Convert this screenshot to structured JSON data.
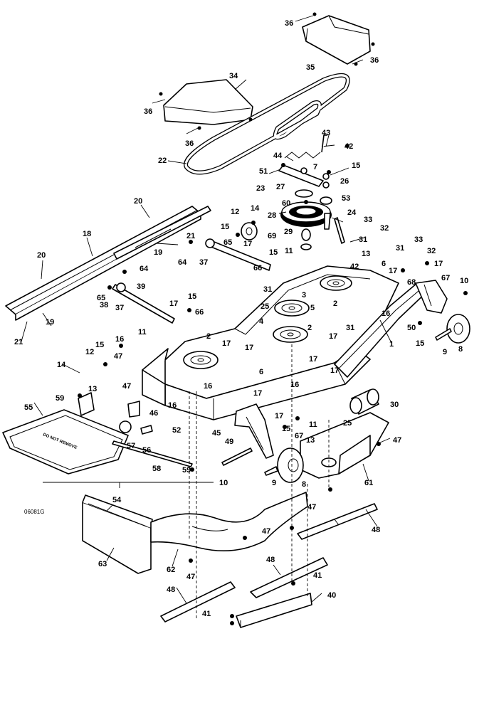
{
  "drawing_id": "06081G",
  "deck_decal": "DO NOT REMOVE",
  "callouts": [
    {
      "id": "c36a",
      "text": "36"
    },
    {
      "id": "c35",
      "text": "35"
    },
    {
      "id": "c36b",
      "text": "36"
    },
    {
      "id": "c34",
      "text": "34"
    },
    {
      "id": "c36c",
      "text": "36"
    },
    {
      "id": "c36d",
      "text": "36"
    },
    {
      "id": "c22",
      "text": "22"
    },
    {
      "id": "c43",
      "text": "43"
    },
    {
      "id": "c42a",
      "text": "42"
    },
    {
      "id": "c44",
      "text": "44"
    },
    {
      "id": "c7",
      "text": "7"
    },
    {
      "id": "c51",
      "text": "51"
    },
    {
      "id": "c15a",
      "text": "15"
    },
    {
      "id": "c26",
      "text": "26"
    },
    {
      "id": "c23",
      "text": "23"
    },
    {
      "id": "c27",
      "text": "27"
    },
    {
      "id": "c53",
      "text": "53"
    },
    {
      "id": "c60",
      "text": "60"
    },
    {
      "id": "c28",
      "text": "28"
    },
    {
      "id": "c24",
      "text": "24"
    },
    {
      "id": "c33a",
      "text": "33"
    },
    {
      "id": "c32a",
      "text": "32"
    },
    {
      "id": "c29",
      "text": "29"
    },
    {
      "id": "c31a",
      "text": "31"
    },
    {
      "id": "c69",
      "text": "69"
    },
    {
      "id": "c20a",
      "text": "20"
    },
    {
      "id": "c12a",
      "text": "12"
    },
    {
      "id": "c14a",
      "text": "14"
    },
    {
      "id": "c15b",
      "text": "15"
    },
    {
      "id": "c65a",
      "text": "65"
    },
    {
      "id": "c18",
      "text": "18"
    },
    {
      "id": "c21a",
      "text": "21"
    },
    {
      "id": "c19a",
      "text": "19"
    },
    {
      "id": "c64a",
      "text": "64"
    },
    {
      "id": "c37a",
      "text": "37"
    },
    {
      "id": "c17a",
      "text": "17"
    },
    {
      "id": "c15c",
      "text": "15"
    },
    {
      "id": "c11a",
      "text": "11"
    },
    {
      "id": "c13a",
      "text": "13"
    },
    {
      "id": "c33b",
      "text": "33"
    },
    {
      "id": "c31b",
      "text": "31"
    },
    {
      "id": "c32b",
      "text": "32"
    },
    {
      "id": "c20b",
      "text": "20"
    },
    {
      "id": "c64b",
      "text": "64"
    },
    {
      "id": "c66a",
      "text": "66"
    },
    {
      "id": "c42b",
      "text": "42"
    },
    {
      "id": "c6a",
      "text": "6"
    },
    {
      "id": "c17b",
      "text": "17"
    },
    {
      "id": "c17c",
      "text": "17"
    },
    {
      "id": "c67a",
      "text": "67"
    },
    {
      "id": "c10a",
      "text": "10"
    },
    {
      "id": "c65b",
      "text": "65"
    },
    {
      "id": "c39",
      "text": "39"
    },
    {
      "id": "c31c",
      "text": "31"
    },
    {
      "id": "c3",
      "text": "3"
    },
    {
      "id": "c68",
      "text": "68"
    },
    {
      "id": "c38",
      "text": "38"
    },
    {
      "id": "c37b",
      "text": "37"
    },
    {
      "id": "c15d",
      "text": "15"
    },
    {
      "id": "c25a",
      "text": "25"
    },
    {
      "id": "c5",
      "text": "5"
    },
    {
      "id": "c2a",
      "text": "2"
    },
    {
      "id": "c16a",
      "text": "16"
    },
    {
      "id": "c17d",
      "text": "17"
    },
    {
      "id": "c66b",
      "text": "66"
    },
    {
      "id": "c4",
      "text": "4"
    },
    {
      "id": "c31d",
      "text": "31"
    },
    {
      "id": "c50",
      "text": "50"
    },
    {
      "id": "c19b",
      "text": "19"
    },
    {
      "id": "c21b",
      "text": "21"
    },
    {
      "id": "c2b",
      "text": "2"
    },
    {
      "id": "c17e",
      "text": "17"
    },
    {
      "id": "c1",
      "text": "1"
    },
    {
      "id": "c15e",
      "text": "15"
    },
    {
      "id": "c9a",
      "text": "9"
    },
    {
      "id": "c8a",
      "text": "8"
    },
    {
      "id": "c11b",
      "text": "11"
    },
    {
      "id": "c16b",
      "text": "16"
    },
    {
      "id": "c2c",
      "text": "2"
    },
    {
      "id": "c17f",
      "text": "17"
    },
    {
      "id": "c17g",
      "text": "17"
    },
    {
      "id": "c17h",
      "text": "17"
    },
    {
      "id": "c47a",
      "text": "47"
    },
    {
      "id": "c12b",
      "text": "12"
    },
    {
      "id": "c15f",
      "text": "15"
    },
    {
      "id": "c14b",
      "text": "14"
    },
    {
      "id": "c6b",
      "text": "6"
    },
    {
      "id": "c13b",
      "text": "13"
    },
    {
      "id": "c47b",
      "text": "47"
    },
    {
      "id": "c17i",
      "text": "17"
    },
    {
      "id": "c16c",
      "text": "16"
    },
    {
      "id": "c59a",
      "text": "59"
    },
    {
      "id": "c16d",
      "text": "16"
    },
    {
      "id": "c16e",
      "text": "16"
    },
    {
      "id": "c17j",
      "text": "17"
    },
    {
      "id": "c30",
      "text": "30"
    },
    {
      "id": "c55",
      "text": "55"
    },
    {
      "id": "c46",
      "text": "46"
    },
    {
      "id": "c11c",
      "text": "11"
    },
    {
      "id": "c17k",
      "text": "17"
    },
    {
      "id": "c25b",
      "text": "25"
    },
    {
      "id": "c45",
      "text": "45"
    },
    {
      "id": "c52",
      "text": "52"
    },
    {
      "id": "c15g",
      "text": "15"
    },
    {
      "id": "c67b",
      "text": "67"
    },
    {
      "id": "c57",
      "text": "57"
    },
    {
      "id": "c56",
      "text": "56"
    },
    {
      "id": "c49",
      "text": "49"
    },
    {
      "id": "c13c",
      "text": "13"
    },
    {
      "id": "c47c",
      "text": "47"
    },
    {
      "id": "c58",
      "text": "58"
    },
    {
      "id": "c59b",
      "text": "59"
    },
    {
      "id": "c10b",
      "text": "10"
    },
    {
      "id": "c9b",
      "text": "9"
    },
    {
      "id": "c8b",
      "text": "8"
    },
    {
      "id": "c61",
      "text": "61"
    },
    {
      "id": "c54",
      "text": "54"
    },
    {
      "id": "c47d",
      "text": "47"
    },
    {
      "id": "c48a",
      "text": "48"
    },
    {
      "id": "c47e",
      "text": "47"
    },
    {
      "id": "c63",
      "text": "63"
    },
    {
      "id": "c62",
      "text": "62"
    },
    {
      "id": "c47f",
      "text": "47"
    },
    {
      "id": "c48b",
      "text": "48"
    },
    {
      "id": "c41a",
      "text": "41"
    },
    {
      "id": "c48c",
      "text": "48"
    },
    {
      "id": "c40",
      "text": "40"
    },
    {
      "id": "c41b",
      "text": "41"
    }
  ]
}
